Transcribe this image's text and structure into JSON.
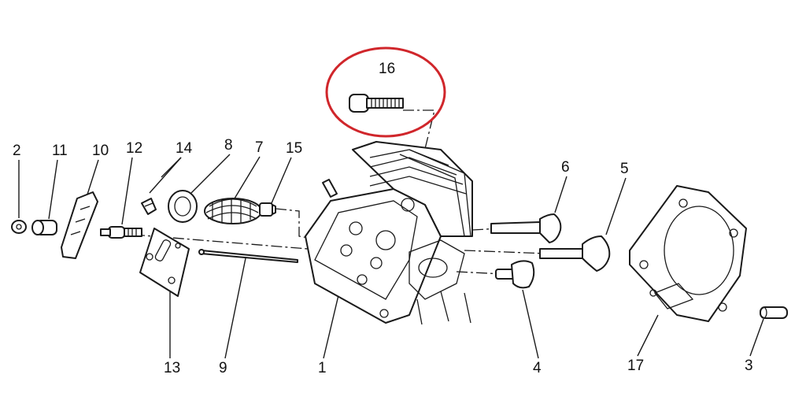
{
  "diagram": {
    "callouts": [
      "16",
      "2",
      "11",
      "10",
      "12",
      "14",
      "8",
      "7",
      "15",
      "6",
      "5",
      "13",
      "9",
      "1",
      "4",
      "17",
      "3"
    ],
    "highlight_color": "#d0262b",
    "line_color": "#1a1a1a"
  }
}
